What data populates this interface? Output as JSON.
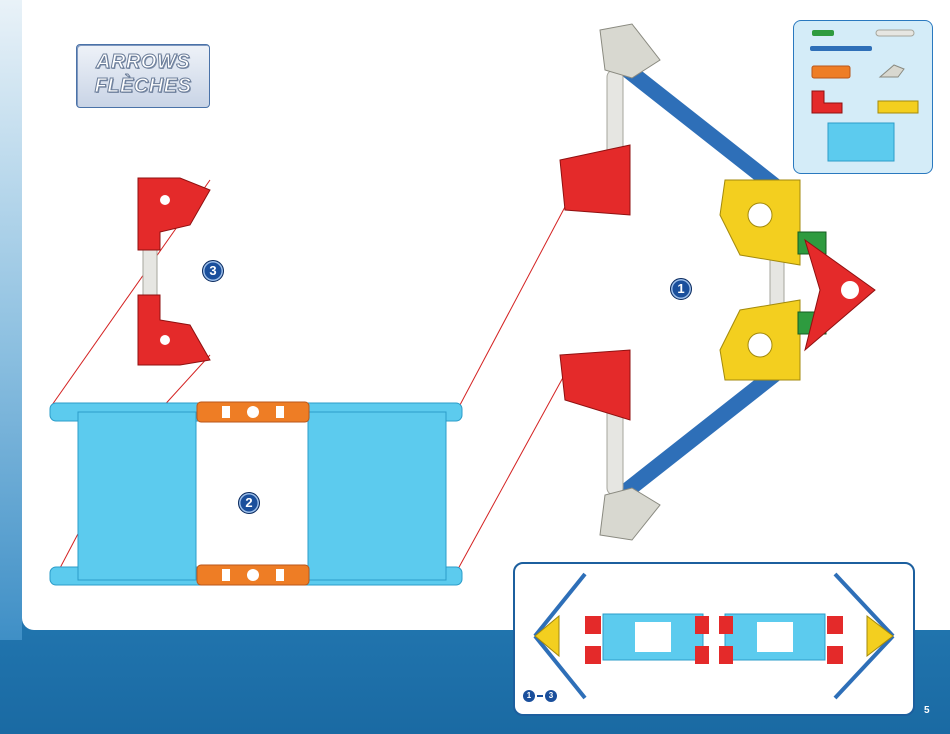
{
  "title": {
    "line1": "ARROWS",
    "line2": "FLÈCHES"
  },
  "steps": {
    "one": "1",
    "two": "2",
    "three": "3"
  },
  "preview": {
    "range_start": "1",
    "range_end": "3"
  },
  "page_number": "5",
  "colors": {
    "blue_rod": "#2e6fb8",
    "white_rod": "#e6e6e2",
    "red_connector": "#e42a2a",
    "yellow_connector": "#f3cf1f",
    "orange_connector": "#ee7d25",
    "green_rod": "#2e9b3f",
    "cyan_panel": "#5ccbee",
    "gray_connector": "#d8d8d0",
    "badge_blue": "#1a4f9c"
  },
  "parts_legend": [
    "green-rod",
    "white-rod",
    "blue-rod",
    "orange-connector",
    "gray-connector",
    "red-connector",
    "yellow-connector",
    "cyan-panel"
  ]
}
